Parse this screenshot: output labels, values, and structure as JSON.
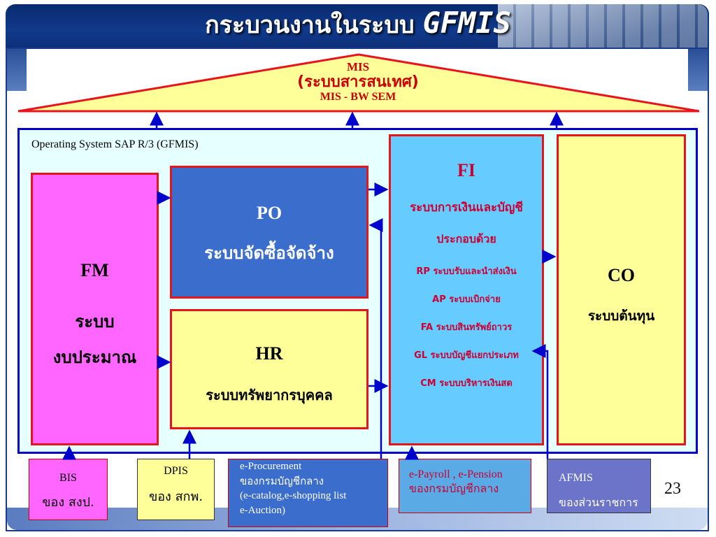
{
  "slide": {
    "title_thai": "กระบวนงานในระบบ",
    "title_en": "GFMIS",
    "page_number": "23"
  },
  "mis": {
    "code": "MIS",
    "thai": "(ระบบสารสนเทศ)",
    "sub": "MIS - BW SEM"
  },
  "os_label": "Operating System   SAP  R/3 (GFMIS)",
  "modules": {
    "fm": {
      "code": "FM",
      "line1": "ระบบ",
      "line2": "งบประมาณ"
    },
    "po": {
      "code": "PO",
      "thai": "ระบบจัดซื้อจัดจ้าง"
    },
    "hr": {
      "code": "HR",
      "thai": "ระบบทรัพยากรบุคคล"
    },
    "fi": {
      "code": "FI",
      "thai": "ระบบการเงินและบัญชี",
      "consists": "ประกอบด้วย",
      "items": [
        "RP  ระบบรับและนำส่งเงิน",
        "AP  ระบบเบิกจ่าย",
        "FA  ระบบสินทรัพย์ถาวร",
        "GL  ระบบบัญชีแยกประเภท",
        "CM  ระบบบริหารเงินสด"
      ]
    },
    "co": {
      "code": "CO",
      "thai": "ระบบต้นทุน"
    }
  },
  "external": {
    "bis": {
      "name": "BIS",
      "owner": "ของ สงป."
    },
    "dpis": {
      "name": "DPIS",
      "owner": "ของ สกพ."
    },
    "eproc": {
      "line1": "e-Procurement",
      "line2": "ของกรมบัญชีกลาง",
      "line3": "(e-catalog,e-shopping list",
      "line4": "e-Auction)"
    },
    "epay": {
      "line1": "e-Payroll , e-Pension",
      "line2": "ของกรมบัญชีกลาง"
    },
    "afmis": {
      "name": "AFMIS",
      "owner": "ของส่วนราชการ"
    }
  },
  "colors": {
    "header": "#0a2a6e",
    "os_border": "#0000cc",
    "module_border": "#e8141c",
    "fm": "#ff66ff",
    "po": "#3a6dcc",
    "hr": "#ffff99",
    "fi": "#66ccff",
    "co": "#ffff99",
    "roof_fill": "#ffff99",
    "arrow": "#0000cc"
  }
}
